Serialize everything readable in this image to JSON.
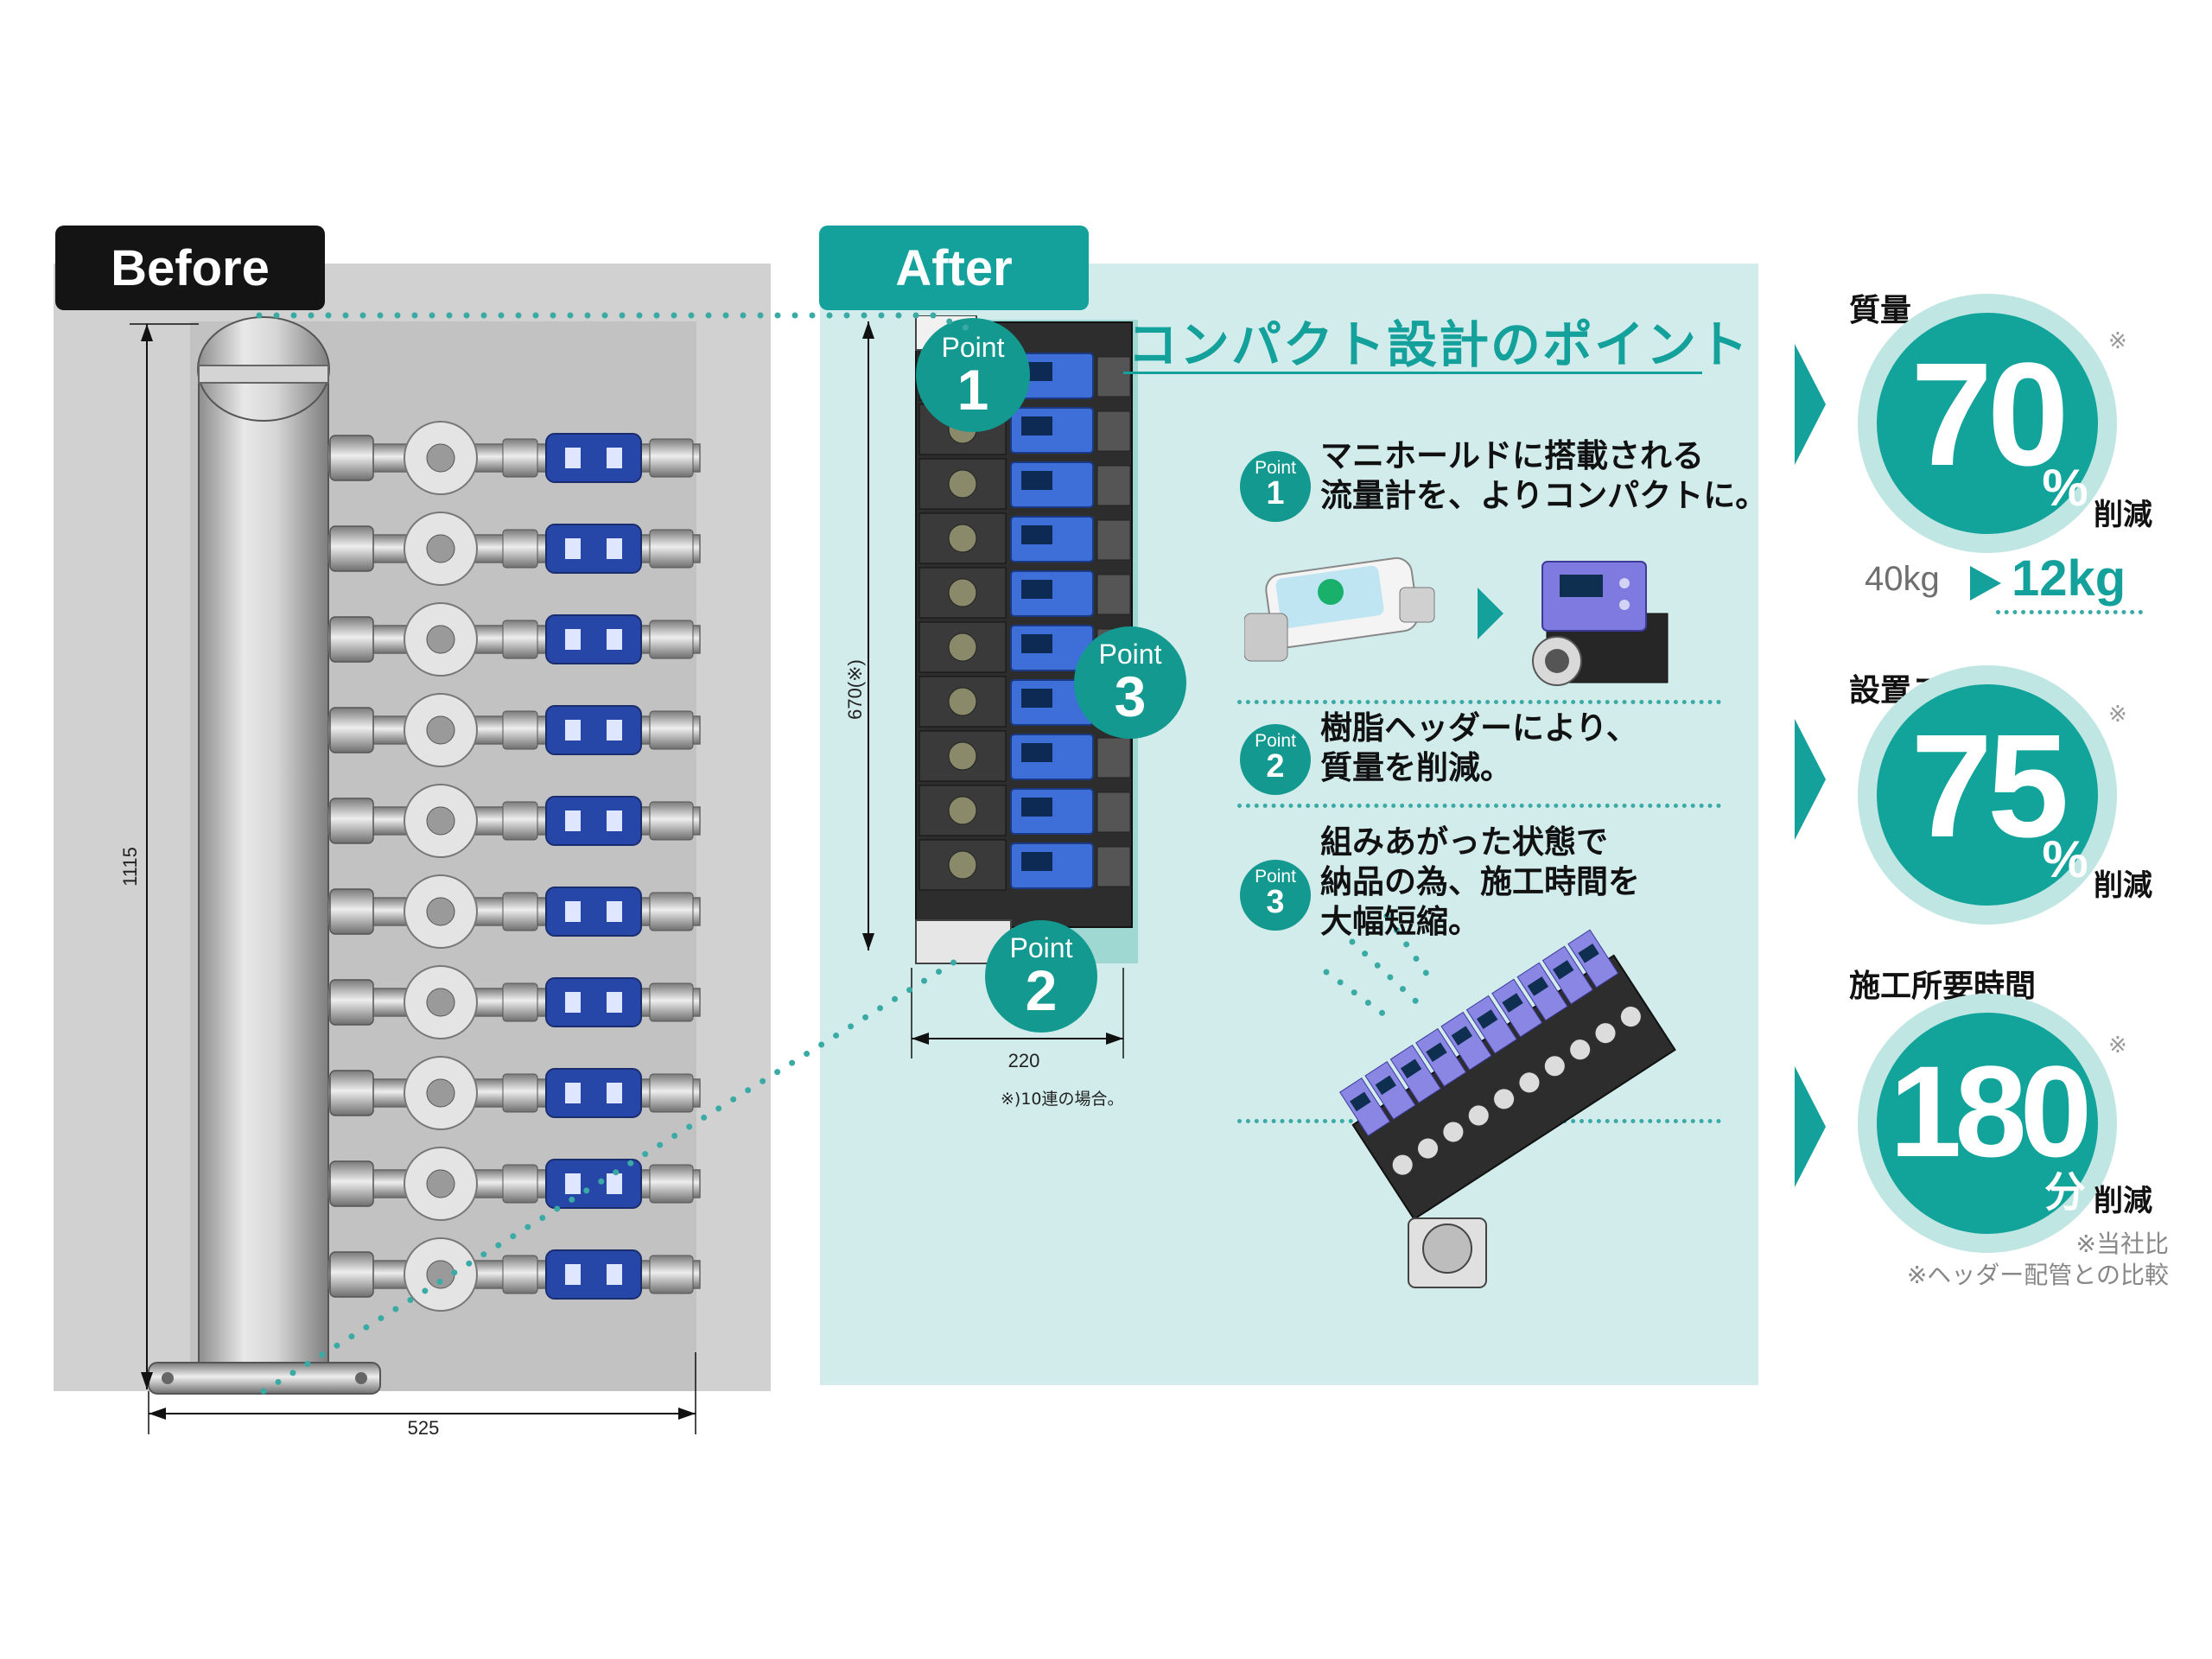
{
  "before": {
    "tab_label": "Before",
    "dim_height": "1115",
    "dim_width": "525"
  },
  "after": {
    "tab_label": "After",
    "dim_height": "670(※)",
    "dim_width": "220",
    "dim_note": "※)10連の場合。",
    "point_label": "Point",
    "point_nums": [
      "1",
      "2",
      "3"
    ]
  },
  "design": {
    "heading": "コンパクト設計のポイント",
    "points": [
      {
        "badge_label": "Point",
        "num": "1",
        "lines": [
          "マニホールドに搭載される",
          "流量計を、よりコンパクトに。"
        ]
      },
      {
        "badge_label": "Point",
        "num": "2",
        "lines": [
          "樹脂ヘッダーにより、",
          "質量を削減。"
        ]
      },
      {
        "badge_label": "Point",
        "num": "3",
        "lines": [
          "組みあがった状態で",
          "納品の為、施工時間を",
          "大幅短縮。"
        ]
      }
    ]
  },
  "stats": [
    {
      "label": "質量",
      "value": "70",
      "unit": "%",
      "suffix": "削減",
      "mark": "※",
      "from": "40kg",
      "to": "12kg"
    },
    {
      "label": "設置スペース",
      "value": "75",
      "unit": "%",
      "suffix": "削減",
      "mark": "※"
    },
    {
      "label": "施工所要時間",
      "value": "180",
      "unit": "分",
      "suffix": "削減",
      "mark": "※"
    }
  ],
  "footnotes": [
    "※当社比",
    "※ヘッダー配管との比較"
  ],
  "colors": {
    "accent": "#14a19c",
    "panel_after": "#d2ecec",
    "panel_before": "#d2d1d2",
    "dark": "#141414"
  }
}
